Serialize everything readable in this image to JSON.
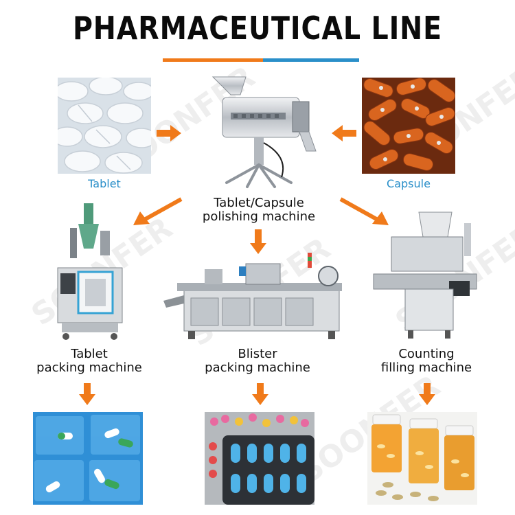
{
  "title": "PHARMACEUTICAL LINE",
  "colors": {
    "accent_orange": "#f07a1a",
    "accent_blue": "#2a8fc9",
    "label_blue": "#2a8fc9"
  },
  "inputs": {
    "tablet": {
      "label": "Tablet"
    },
    "capsule": {
      "label": "Capsule"
    }
  },
  "center_machine": {
    "line1": "Tablet/Capsule",
    "line2": "polishing machine"
  },
  "machines": [
    {
      "line1": "Tablet",
      "line2": "packing machine"
    },
    {
      "line1": "Blister",
      "line2": "packing machine"
    },
    {
      "line1": "Counting",
      "line2": "filling machine"
    }
  ],
  "watermark": "SOONFER"
}
